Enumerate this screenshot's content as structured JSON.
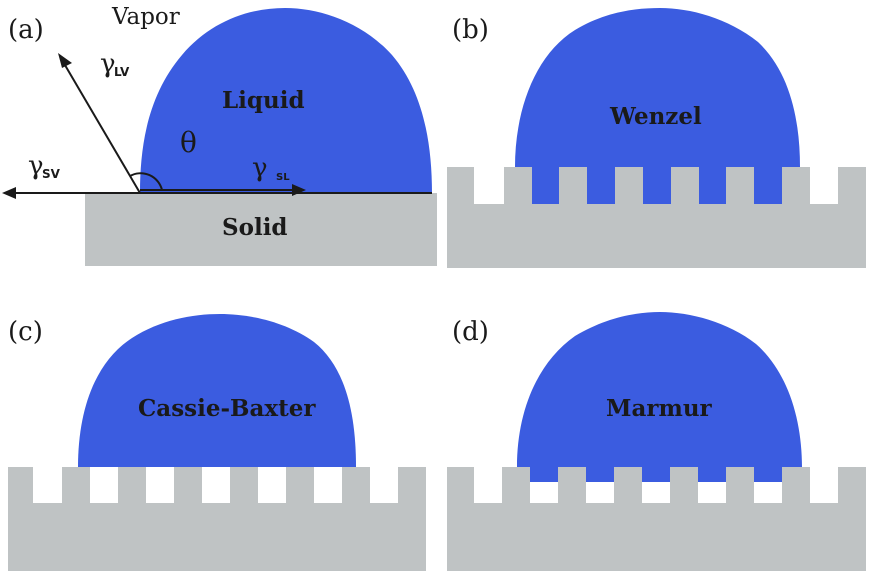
{
  "colors": {
    "liquid": "#3b5ce0",
    "solid": "#bfc3c4",
    "ink": "#1a1a1a",
    "background": "#ffffff"
  },
  "panels": {
    "a": {
      "letter": "(a)",
      "vapor": "Vapor",
      "liquid": "Liquid",
      "solid": "Solid",
      "theta": "θ",
      "gamma_lv": "γ",
      "gamma_lv_sub": "LV",
      "gamma_sv": "γ",
      "gamma_sv_sub": "SV",
      "gamma_sl": "γ",
      "gamma_sl_sub": "SL"
    },
    "b": {
      "letter": "(b)",
      "label": "Wenzel"
    },
    "c": {
      "letter": "(c)",
      "label": "Cassie-Baxter"
    },
    "d": {
      "letter": "(d)",
      "label": "Marmur"
    }
  }
}
